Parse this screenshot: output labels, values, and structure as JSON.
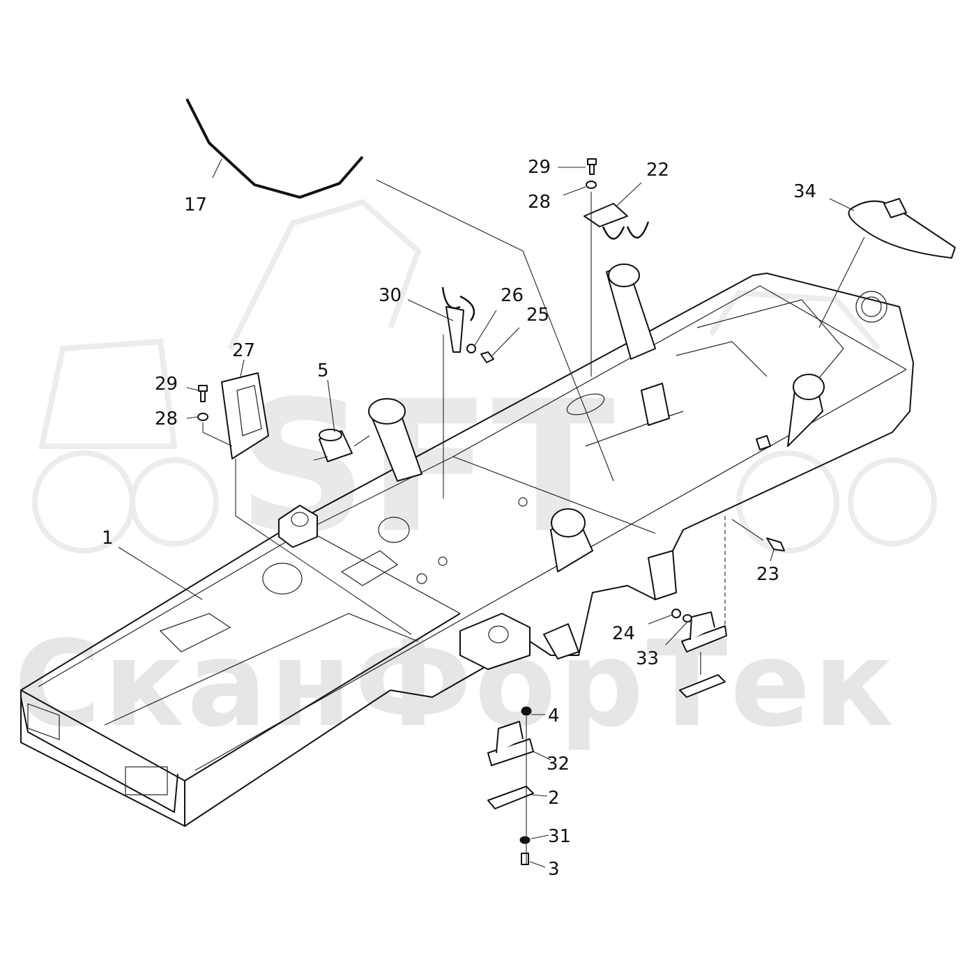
{
  "watermark": {
    "latin": "SFT",
    "cyrillic": "СканФорТек"
  },
  "callouts": [
    {
      "id": "1",
      "label": "1"
    },
    {
      "id": "2",
      "label": "2"
    },
    {
      "id": "3",
      "label": "3"
    },
    {
      "id": "4",
      "label": "4"
    },
    {
      "id": "5",
      "label": "5"
    },
    {
      "id": "17",
      "label": "17"
    },
    {
      "id": "22",
      "label": "22"
    },
    {
      "id": "23",
      "label": "23"
    },
    {
      "id": "24",
      "label": "24"
    },
    {
      "id": "25",
      "label": "25"
    },
    {
      "id": "26",
      "label": "26"
    },
    {
      "id": "27",
      "label": "27"
    },
    {
      "id": "28a",
      "label": "28"
    },
    {
      "id": "28b",
      "label": "28"
    },
    {
      "id": "29a",
      "label": "29"
    },
    {
      "id": "29b",
      "label": "29"
    },
    {
      "id": "30",
      "label": "30"
    },
    {
      "id": "31",
      "label": "31"
    },
    {
      "id": "32",
      "label": "32"
    },
    {
      "id": "33",
      "label": "33"
    },
    {
      "id": "34",
      "label": "34"
    }
  ]
}
